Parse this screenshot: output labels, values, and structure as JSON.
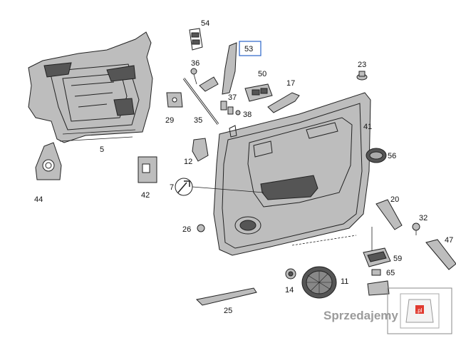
{
  "callouts": [
    {
      "id": "54",
      "label": "54"
    },
    {
      "id": "53",
      "label": "53",
      "highlight": true
    },
    {
      "id": "36",
      "label": "36"
    },
    {
      "id": "50",
      "label": "50"
    },
    {
      "id": "23",
      "label": "23"
    },
    {
      "id": "37",
      "label": "37"
    },
    {
      "id": "17",
      "label": "17"
    },
    {
      "id": "29",
      "label": "29"
    },
    {
      "id": "35",
      "label": "35"
    },
    {
      "id": "38",
      "label": "38"
    },
    {
      "id": "5",
      "label": "5"
    },
    {
      "id": "41",
      "label": "41"
    },
    {
      "id": "56",
      "label": "56"
    },
    {
      "id": "12",
      "label": "12"
    },
    {
      "id": "7",
      "label": "7"
    },
    {
      "id": "42",
      "label": "42"
    },
    {
      "id": "44",
      "label": "44"
    },
    {
      "id": "20",
      "label": "20"
    },
    {
      "id": "32",
      "label": "32"
    },
    {
      "id": "26",
      "label": "26"
    },
    {
      "id": "47",
      "label": "47"
    },
    {
      "id": "59",
      "label": "59"
    },
    {
      "id": "65",
      "label": "65"
    },
    {
      "id": "11",
      "label": "11"
    },
    {
      "id": "14",
      "label": "14"
    },
    {
      "id": "25",
      "label": "25"
    }
  ],
  "watermark": {
    "text": "Sprzedajemy",
    "suffix": ".pl"
  },
  "colors": {
    "highlight": "#2a63c9",
    "logo_red": "#e03a2f",
    "ink": "#222222"
  }
}
